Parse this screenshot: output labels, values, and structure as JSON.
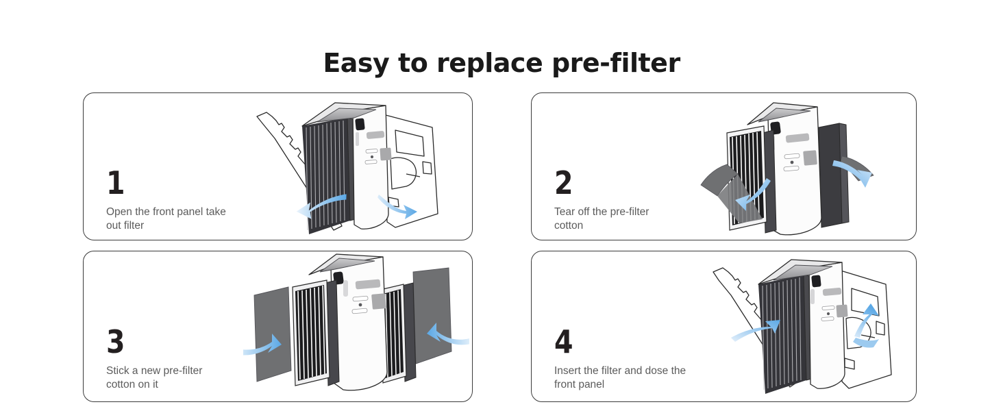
{
  "title": "Easy to replace pre-filter",
  "colors": {
    "arrow_blue_dark": "#5ba8e5",
    "arrow_blue_light": "#e9f3fc",
    "card_border": "#3a3a3a",
    "number_color": "#231f20",
    "text_color": "#5b5b5b",
    "title_color": "#1a1a1a",
    "cotton_gray": "#6f7072",
    "filter_dark": "#3b3b3d",
    "body_white": "#fdfdfd",
    "top_panel_gray": "#a8a8aa"
  },
  "steps": [
    {
      "number": "1",
      "description": "Open the front panel take\nout filter",
      "illustration": "air-purifier-open-front-panel"
    },
    {
      "number": "2",
      "description": "Tear off the pre-filter\ncotton",
      "illustration": "air-purifier-tear-off-cotton"
    },
    {
      "number": "3",
      "description": "Stick a new pre-filter\ncotton on it",
      "illustration": "air-purifier-stick-new-cotton"
    },
    {
      "number": "4",
      "description": "Insert the filter and dose the\nfront panel",
      "illustration": "air-purifier-insert-filter-close-panel"
    }
  ]
}
